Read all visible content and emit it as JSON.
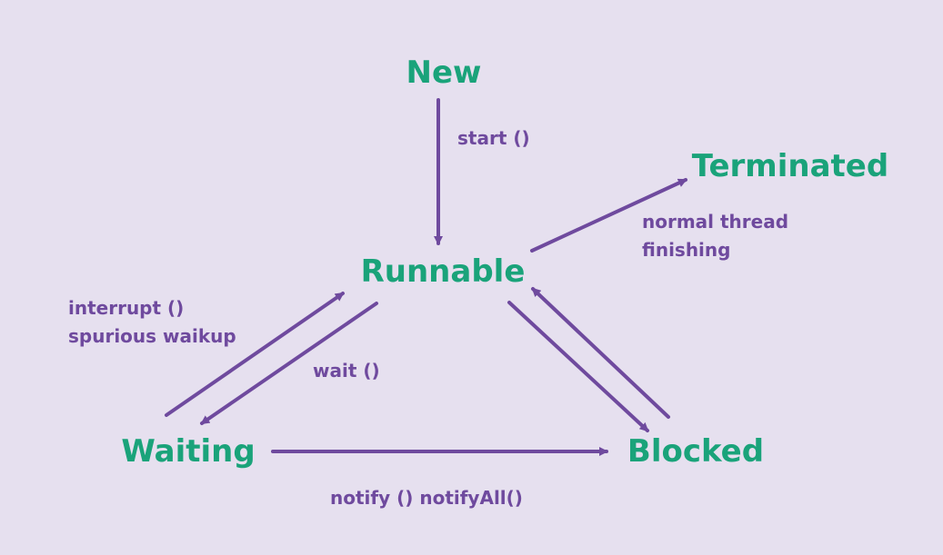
{
  "colors": {
    "background": "#e6e0ef",
    "state_text": "#1aa37a",
    "arrow": "#6f4a9e",
    "label_text": "#6f4a9e"
  },
  "states": {
    "new": "New",
    "runnable": "Runnable",
    "terminated": "Terminated",
    "waiting": "Waiting",
    "blocked": "Blocked"
  },
  "transitions": {
    "start": "start ()",
    "normal_finish_line1": "normal thread",
    "normal_finish_line2": "finishing",
    "interrupt_line1": "interrupt ()",
    "interrupt_line2": "spurious waikup",
    "wait": "wait ()",
    "notify": "notify () notifyAll()"
  }
}
